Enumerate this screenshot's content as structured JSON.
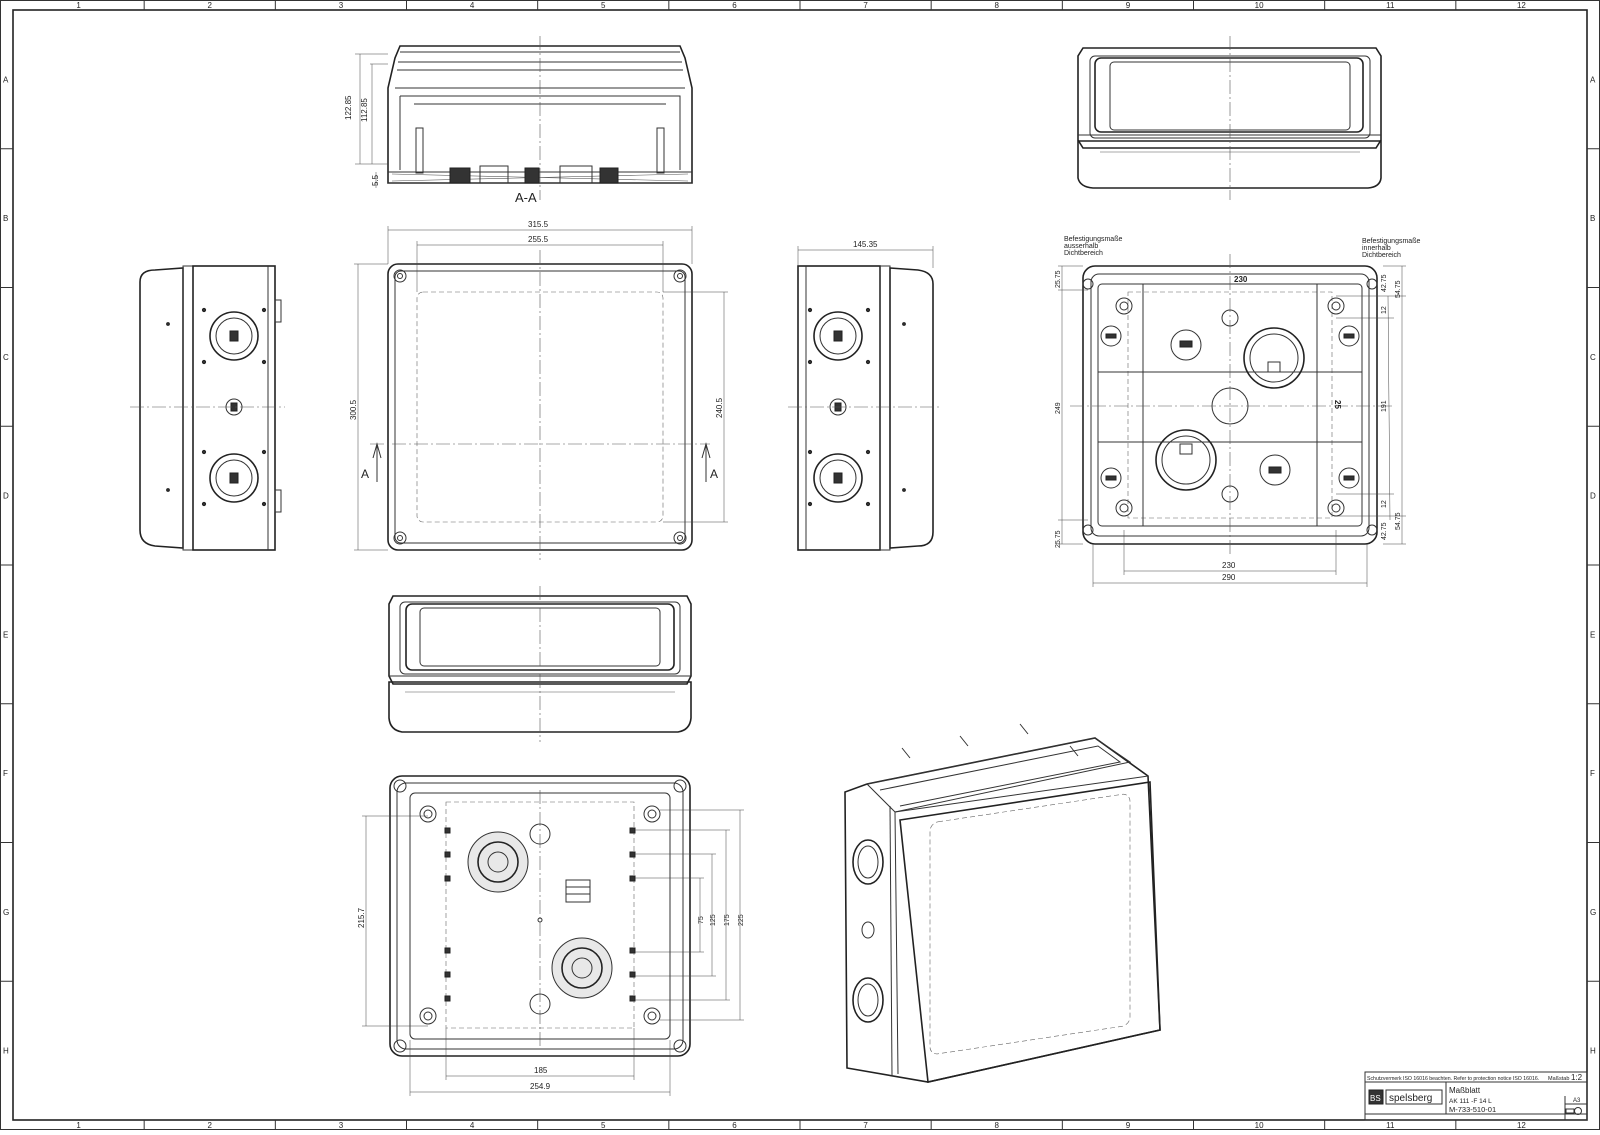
{
  "frame": {
    "col_refs": [
      "1",
      "2",
      "3",
      "4",
      "5",
      "6",
      "7",
      "8",
      "9",
      "10",
      "11",
      "12"
    ],
    "row_refs": [
      "A",
      "B",
      "C",
      "D",
      "E",
      "F",
      "G",
      "H"
    ]
  },
  "views": {
    "section_label": "A-A",
    "section_marker": "A",
    "section_heights": {
      "h_total": "122.85",
      "h_inner": "112.85",
      "h_base": "5.5"
    },
    "front": {
      "w_outer": "315.5",
      "w_inner": "255.5",
      "h_outer": "300.5",
      "h_inner": "240.5"
    },
    "side": {
      "depth": "145.35"
    },
    "mounting": {
      "note_outside": [
        "Befestigungsmaße",
        "ausserhalb",
        "Dichtbereich"
      ],
      "note_inside": [
        "Befestigungsmaße",
        "innerhalb",
        "Dichtbereich"
      ],
      "d_25_75": "25.75",
      "d_249": "249",
      "d_230": "230",
      "d_290": "290",
      "d_42_75": "42.75",
      "d_54_75": "54.75",
      "d_12": "12",
      "d_191": "191",
      "d_230_top": "230",
      "d_25": "25"
    },
    "inner": {
      "d_215_7": "215.7",
      "d_185": "185",
      "d_254_9": "254.9",
      "d_75": "75",
      "d_125": "125",
      "d_175": "175",
      "d_225": "225"
    }
  },
  "title_block": {
    "notice": "Schutzvermerk ISO 16016 beachten. Refer to protection notice ISO 16016.",
    "scale_label": "Maßstab",
    "scale_value": "1:2",
    "company_mark": "BS",
    "company_name": "spelsberg",
    "doc_title": "Maßblatt",
    "product": "AK 111 -F 14 L",
    "doc_number": "M-733-510-01",
    "sheet_format": "A3"
  }
}
